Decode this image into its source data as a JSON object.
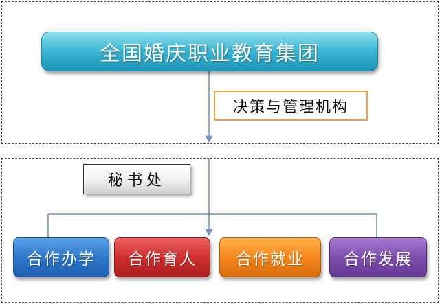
{
  "title": "全国婚庆职业教育集团",
  "decision_label": "决策与管理机构",
  "secretariat_label": "秘书处",
  "units": [
    {
      "label": "合作办学",
      "color": "#2f78cc"
    },
    {
      "label": "合作育人",
      "color": "#cf2f2f"
    },
    {
      "label": "合作就业",
      "color": "#f4871c"
    },
    {
      "label": "合作发展",
      "color": "#7f4fb0"
    }
  ],
  "colors": {
    "title_fill": "#3cb6d4",
    "connector": "#6f8fb5",
    "decision_border": "#f0a04a",
    "region_border": "#4d4d4d"
  }
}
